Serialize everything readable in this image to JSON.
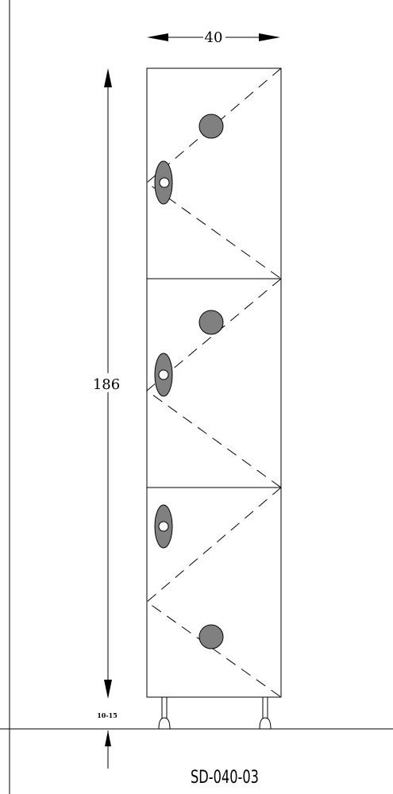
{
  "drawing": {
    "width_label": "40",
    "height_label": "186",
    "leg_label": "10-15",
    "model_code": "SD-040-03",
    "colors": {
      "line": "#000000",
      "handle_fill": "#808080",
      "hole_fill": "#ffffff",
      "background": "#ffffff"
    },
    "doors": [
      {
        "name": "top",
        "hinge_side": "left",
        "handle_side": "right"
      },
      {
        "name": "middle",
        "hinge_side": "left",
        "handle_side": "right"
      },
      {
        "name": "bottom",
        "hinge_side": "left",
        "handle_side": "right"
      }
    ]
  }
}
